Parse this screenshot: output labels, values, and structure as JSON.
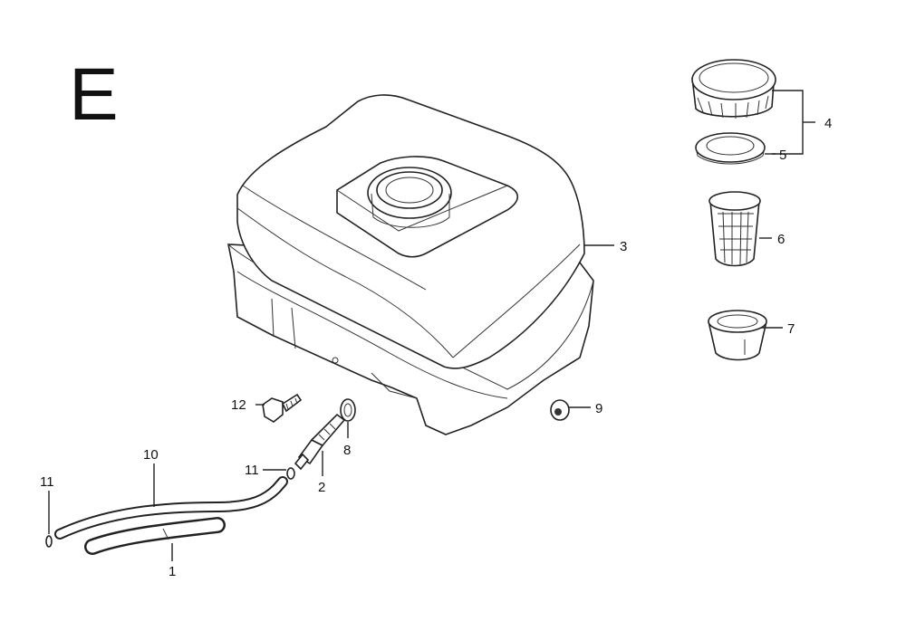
{
  "section_letter": "E",
  "callouts": {
    "c1": "1",
    "c2": "2",
    "c3": "3",
    "c4": "4",
    "c5": "5",
    "c6": "6",
    "c7": "7",
    "c8": "8",
    "c9": "9",
    "c10": "10",
    "c11a": "11",
    "c11b": "11",
    "c12": "12"
  }
}
